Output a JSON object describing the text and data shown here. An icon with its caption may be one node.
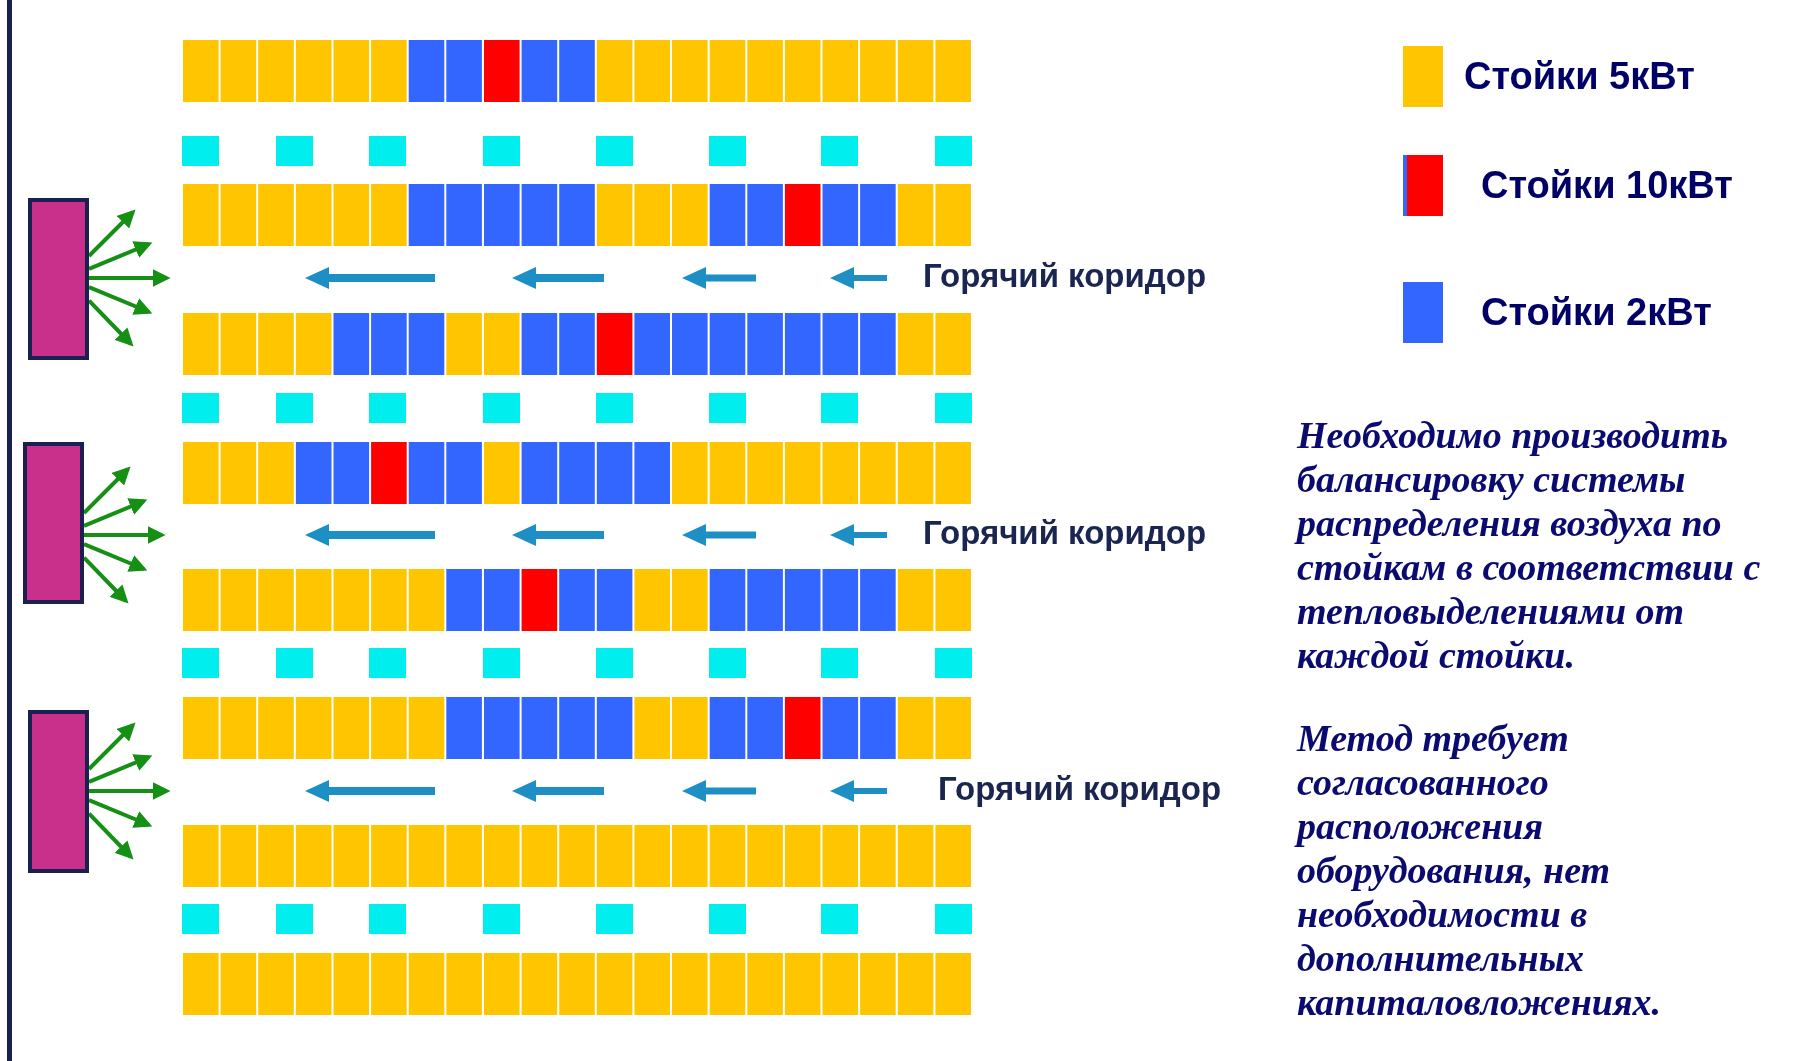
{
  "diagram": {
    "nodes": [
      {
        "text": [],
        "shape": "box"
      },
      {
        "text": [],
        "shape": "box"
      },
      {
        "text": [],
        "shape": "box"
      }
    ],
    "edges": [
      {
        "from": 0,
        "to": null,
        "arrow": "to"
      },
      {
        "from": 0,
        "to": null,
        "arrow": "to"
      },
      {
        "from": 0,
        "to": null,
        "arrow": "to"
      },
      {
        "from": 0,
        "to": null,
        "arrow": "to"
      },
      {
        "from": 0,
        "to": null,
        "arrow": "to"
      },
      {
        "from": 1,
        "to": null,
        "arrow": "to"
      },
      {
        "from": 1,
        "to": null,
        "arrow": "to"
      },
      {
        "from": 1,
        "to": null,
        "arrow": "to"
      },
      {
        "from": 1,
        "to": null,
        "arrow": "to"
      },
      {
        "from": 1,
        "to": null,
        "arrow": "to"
      },
      {
        "from": 2,
        "to": null,
        "arrow": "to"
      },
      {
        "from": 2,
        "to": null,
        "arrow": "to"
      },
      {
        "from": 2,
        "to": null,
        "arrow": "to"
      },
      {
        "from": 2,
        "to": null,
        "arrow": "to"
      },
      {
        "from": 2,
        "to": null,
        "arrow": "to"
      }
    ],
    "labels": [
      "Горячий коридор",
      "Горячий коридор",
      "Горячий коридор",
      "Необходимо производить балансировку системы распределения воздуха по стойкам в соответствии с тепловыделениями от каждой стойки.",
      "Метод требует согласованного расположения оборудования, нет необходимости в дополнительных капиталовложениях."
    ],
    "legend": [
      {
        "text": "Стойки 5кВт",
        "color": "#ffc600"
      },
      {
        "text": "Стойки 10кВт",
        "color": "#ff0000"
      },
      {
        "text": "Стойки 2кВт",
        "color": "#3366ff"
      }
    ]
  }
}
